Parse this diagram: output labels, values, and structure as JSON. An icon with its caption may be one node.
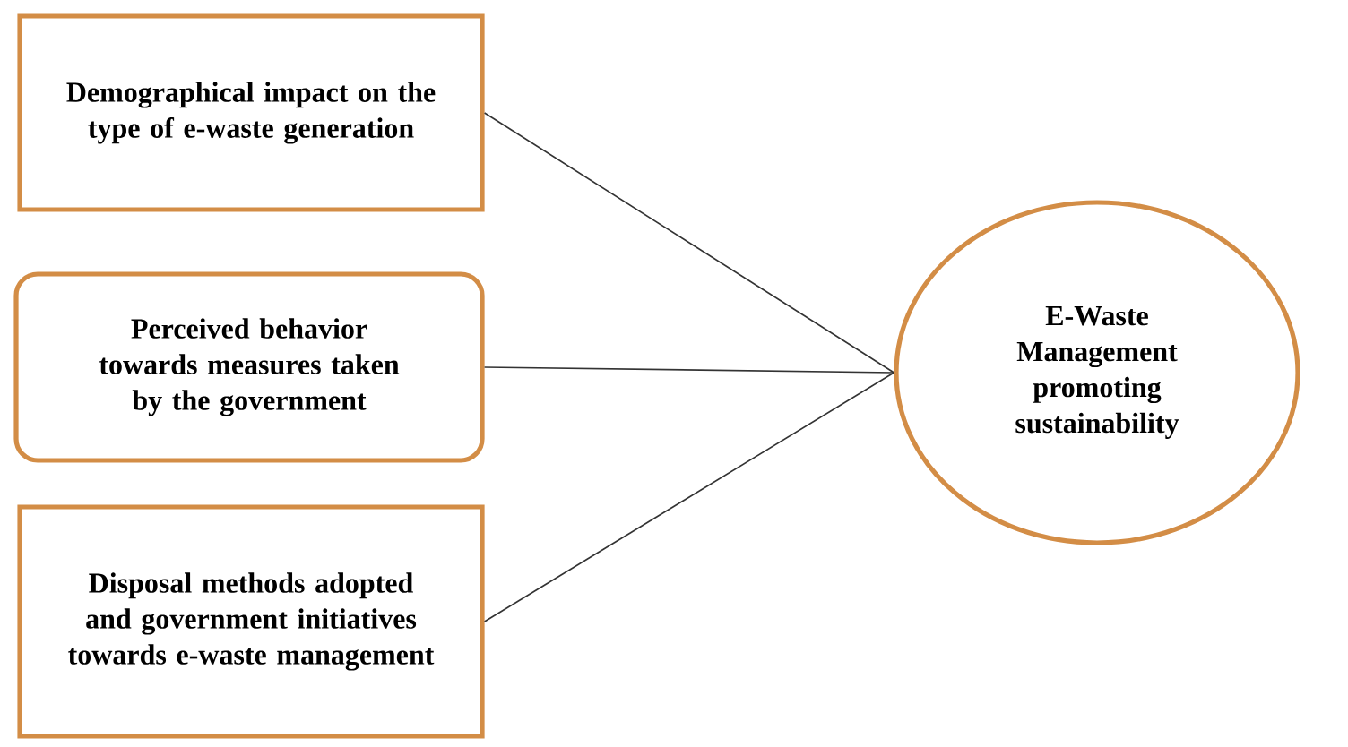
{
  "diagram": {
    "nodes": [
      {
        "text": [
          "Demographical impact on the type of e-waste generation"
        ]
      },
      {
        "text": [
          "Perceived behavior towards measures taken by the government"
        ]
      },
      {
        "text": [
          "Disposal methods adopted and government initiatives towards e-waste management"
        ]
      },
      {
        "text": [
          "E-Waste Management promoting sustainability"
        ]
      }
    ],
    "edges": [
      {
        "from": 0,
        "to": 3,
        "arrow": "none"
      },
      {
        "from": 1,
        "to": 3,
        "arrow": "none"
      },
      {
        "from": 2,
        "to": 3,
        "arrow": "none"
      }
    ]
  }
}
